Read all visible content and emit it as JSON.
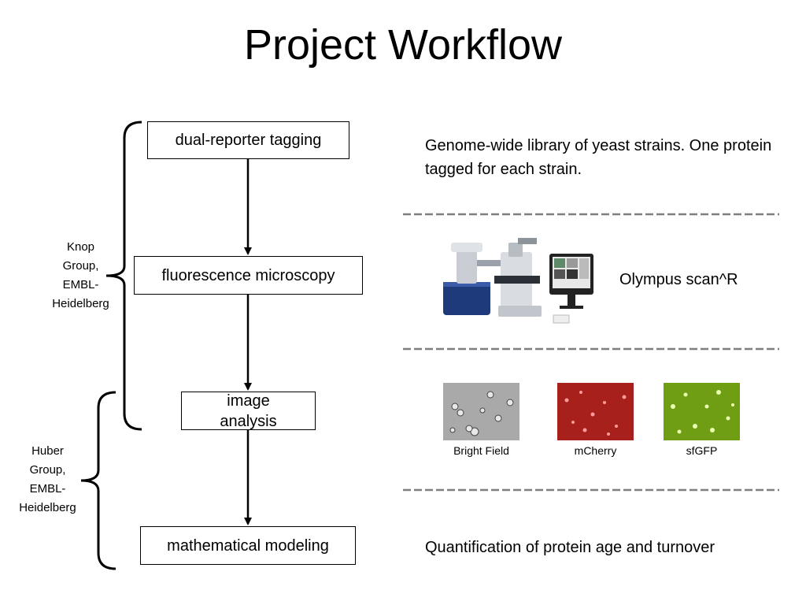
{
  "title": "Project Workflow",
  "steps": [
    {
      "label": "dual-reporter tagging"
    },
    {
      "label": "fluorescence microscopy"
    },
    {
      "label": "image analysis"
    },
    {
      "label": "mathematical modeling"
    }
  ],
  "groups": [
    {
      "label": "Knop Group, EMBL-Heidelberg",
      "lines": [
        "Knop",
        "Group,",
        "EMBL-",
        "Heidelberg"
      ]
    },
    {
      "label": "Huber Group, EMBL-Heidelberg",
      "lines": [
        "Huber",
        "Group,",
        "EMBL-",
        "Heidelberg"
      ]
    }
  ],
  "descriptions": {
    "library": "Genome-wide library of yeast strains. One protein tagged for each strain.",
    "microscope": "Olympus scan^R",
    "modeling": "Quantification of protein age and turnover"
  },
  "channels": [
    {
      "label": "Bright Field",
      "color": "#a9a9a9"
    },
    {
      "label": "mCherry",
      "color": "#a8201c"
    },
    {
      "label": "sfGFP",
      "color": "#6f9e14"
    }
  ],
  "colors": {
    "separator": "#7f7f7f",
    "box_border": "#000000"
  },
  "icons": {
    "microscope": "microscope-icon"
  }
}
